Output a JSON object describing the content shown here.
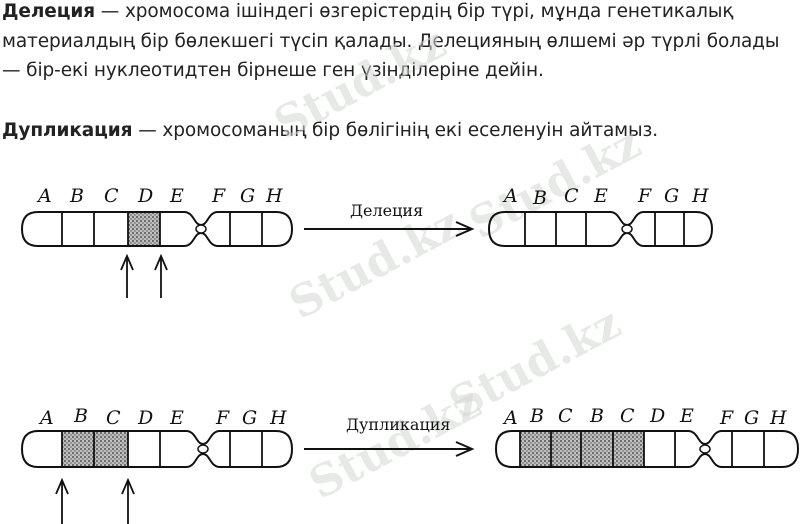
{
  "paragraphs": {
    "deletion": {
      "term": "Делеция",
      "text": " — хромосома ішіндегі өзгерістердің бір түрі, мұнда генетикалық материалдың бір бөлекшегі түсіп қалады. Делецияның өлшемі әр түрлі болады — бір-екі нуклеотидтен бірнеше ген үзінділеріне дейін."
    },
    "duplication": {
      "term": "Дупликация",
      "text": " — хромосоманың бір бөлігінің екі еселенуін айтамыз."
    }
  },
  "figure": {
    "deletion_row": {
      "before_labels": [
        "A",
        "B",
        "C",
        "D",
        "E",
        "F",
        "G",
        "H"
      ],
      "arrow_label": "Делеция",
      "after_labels": [
        "A",
        "B",
        "C",
        "E",
        "F",
        "G",
        "H"
      ]
    },
    "duplication_row": {
      "before_labels": [
        "A",
        "B",
        "C",
        "D",
        "E",
        "F",
        "G",
        "H"
      ],
      "arrow_label": "Дупликация",
      "after_labels": [
        "A",
        "B",
        "C",
        "B",
        "C",
        "D",
        "E",
        "F",
        "G",
        "H"
      ]
    }
  },
  "watermark": {
    "text": "Stud.kz",
    "color": "#d3d8d3"
  },
  "colors": {
    "ink": "#111111",
    "shade": "#8a8a8a"
  }
}
